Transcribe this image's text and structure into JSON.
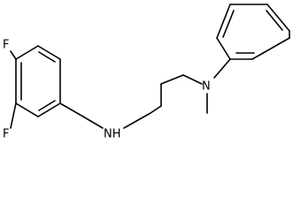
{
  "molecule": {
    "atom_labels": {
      "fluorine_top": "F",
      "fluorine_bottom": "F",
      "amine_nh": "NH",
      "amine_n": "N"
    },
    "colors": {
      "bond": "#000000",
      "text": "#000000",
      "background": "#ffffff"
    }
  }
}
